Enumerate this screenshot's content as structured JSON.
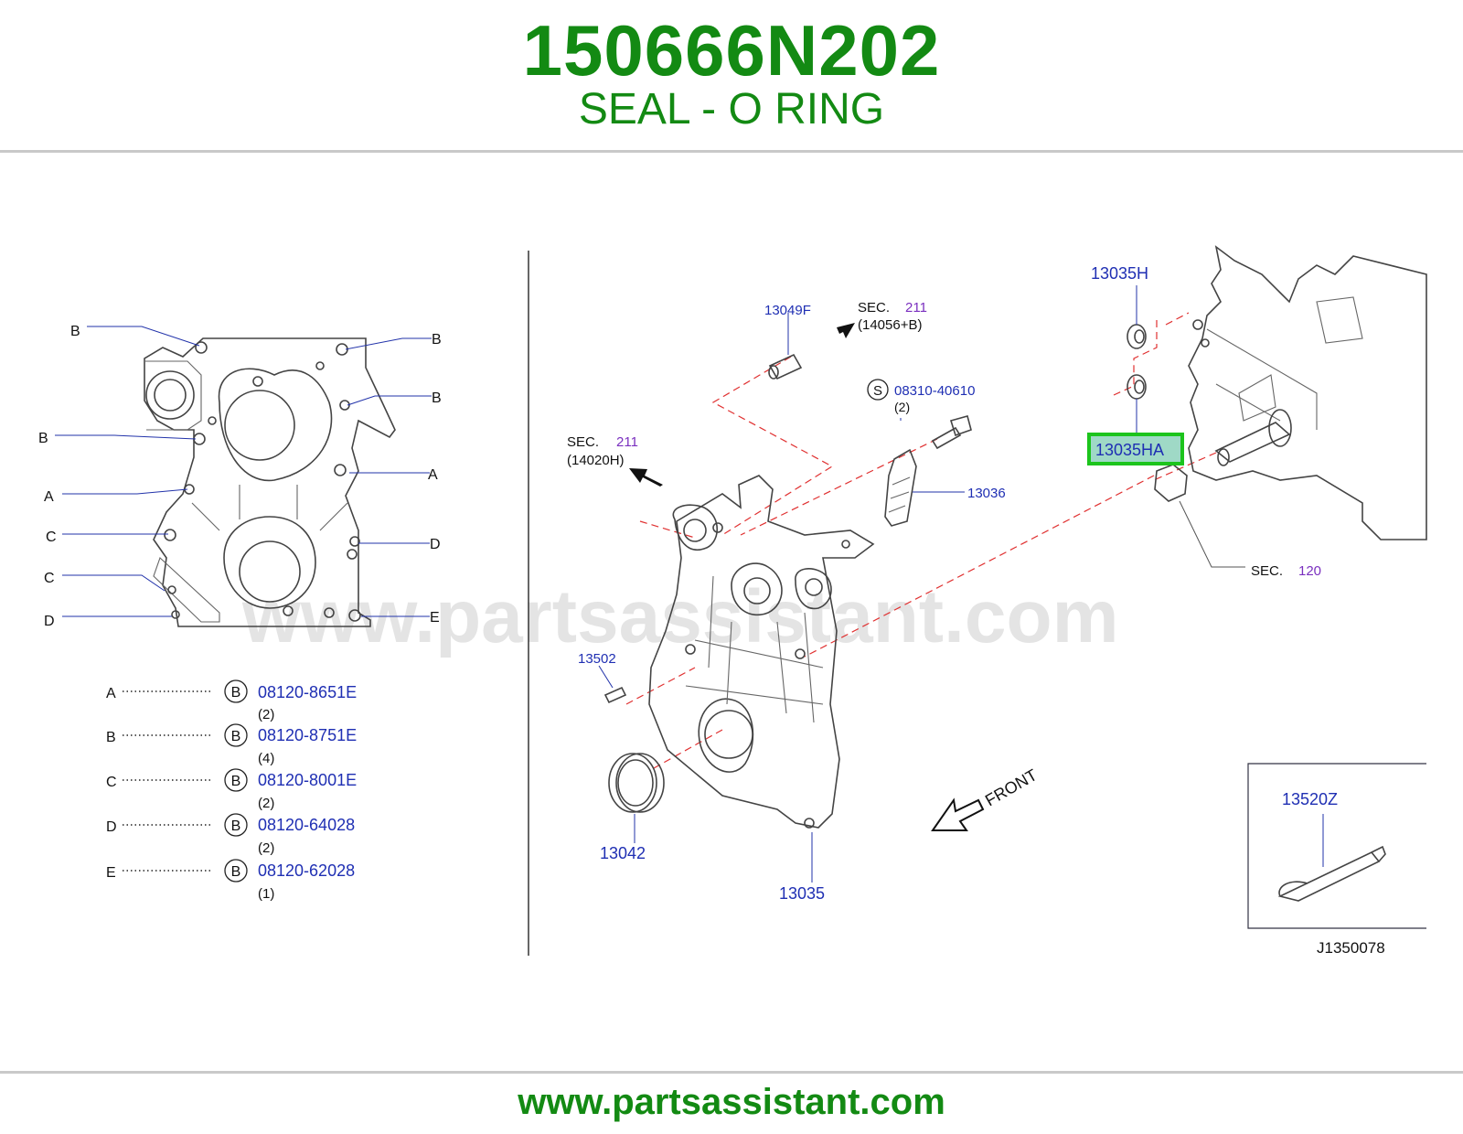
{
  "header": {
    "part_number": "150666N202",
    "part_name": "SEAL - O RING"
  },
  "footer": {
    "url": "www.partsassistant.com"
  },
  "watermark": "www.partsassistant.com",
  "left_panel": {
    "letter_labels": {
      "b1": "B",
      "b2": "B",
      "b3": "B",
      "b4": "B",
      "a1": "A",
      "a2": "A",
      "c1": "C",
      "c2": "C",
      "d1": "D",
      "d2": "D",
      "e1": "E"
    },
    "bolt_table": [
      {
        "letter": "A",
        "symbol": "B",
        "part": "08120-8651E",
        "qty": "(2)"
      },
      {
        "letter": "B",
        "symbol": "B",
        "part": "08120-8751E",
        "qty": "(4)"
      },
      {
        "letter": "C",
        "symbol": "B",
        "part": "08120-8001E",
        "qty": "(2)"
      },
      {
        "letter": "D",
        "symbol": "B",
        "part": "08120-64028",
        "qty": "(2)"
      },
      {
        "letter": "E",
        "symbol": "B",
        "part": "08120-62028",
        "qty": "(1)"
      }
    ]
  },
  "main_panel": {
    "labels": {
      "p13049f": "13049F",
      "sec211a": "SEC.",
      "sec211a_num": "211",
      "sec211a_ref": "(14056+B)",
      "s_symbol": "S",
      "p08310": "08310-40610",
      "p08310_qty": "(2)",
      "sec211b": "SEC.",
      "sec211b_num": "211",
      "sec211b_ref": "(14020H)",
      "p13036": "13036",
      "p13502": "13502",
      "p13042": "13042",
      "p13035": "13035",
      "front": "FRONT",
      "p13035h": "13035H",
      "p13035ha": "13035HA",
      "sec120": "SEC.",
      "sec120_num": "120",
      "p13520z": "13520Z",
      "diagram_code": "J1350078"
    },
    "highlight_color": "#1cc41c"
  }
}
